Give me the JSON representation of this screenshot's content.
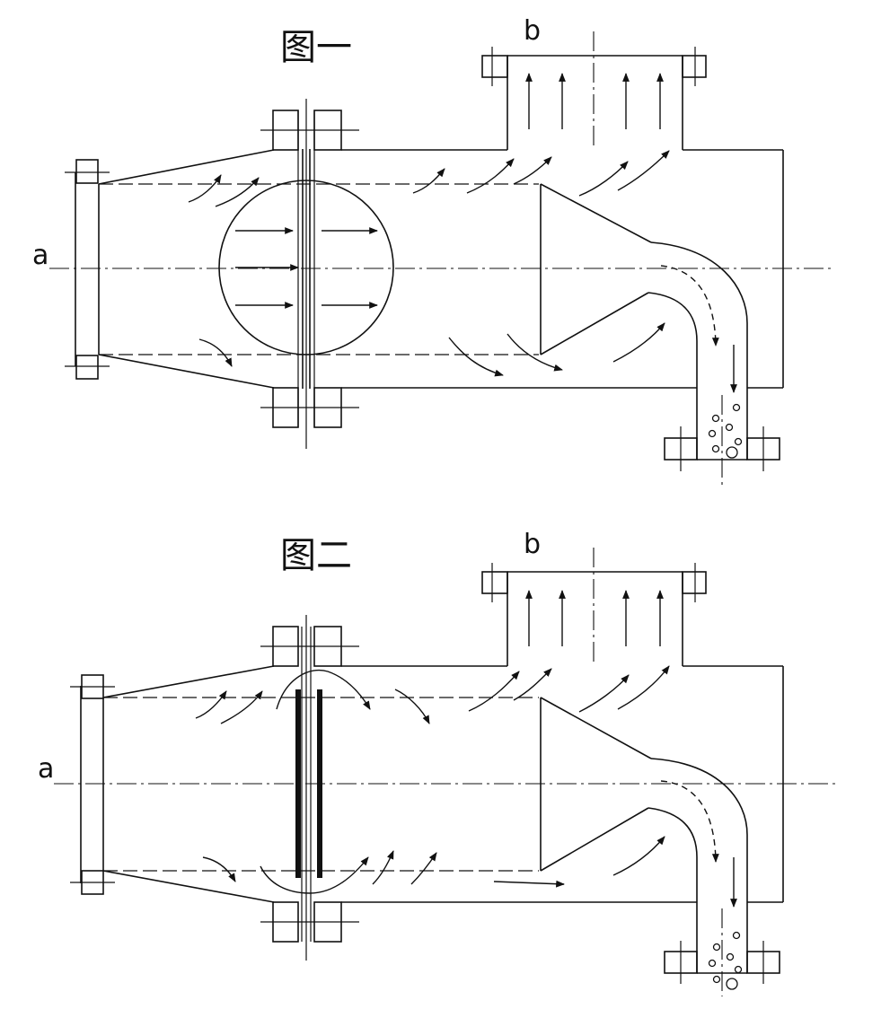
{
  "figures": [
    {
      "id": "fig1",
      "title": "图一",
      "inlet_label": "a",
      "outlet_label": "b"
    },
    {
      "id": "fig2",
      "title": "图二",
      "inlet_label": "a",
      "outlet_label": "b"
    }
  ]
}
